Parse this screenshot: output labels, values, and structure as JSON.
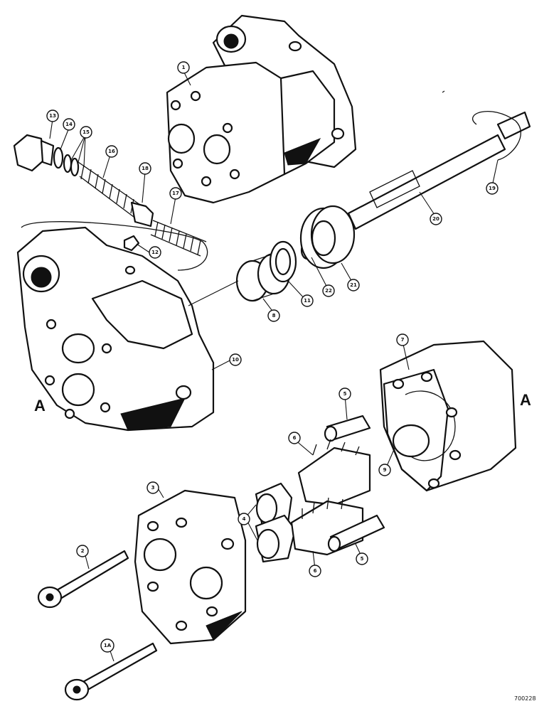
{
  "diagram": {
    "section_marker": "A",
    "reference_number": "700228",
    "callouts": {
      "c1": "1",
      "c2": "2",
      "c3": "3",
      "c4": "4",
      "c5a": "5",
      "c5b": "5",
      "c6a": "6",
      "c6b": "6",
      "c7": "7",
      "c8": "8",
      "c9": "9",
      "c10": "10",
      "c11": "11",
      "c12": "12",
      "c13": "13",
      "c14": "14",
      "c15": "15",
      "c16": "16",
      "c17": "17",
      "c18": "18",
      "c19": "19",
      "c20": "20",
      "c21": "21",
      "c22": "22",
      "c1a": "1A"
    }
  }
}
